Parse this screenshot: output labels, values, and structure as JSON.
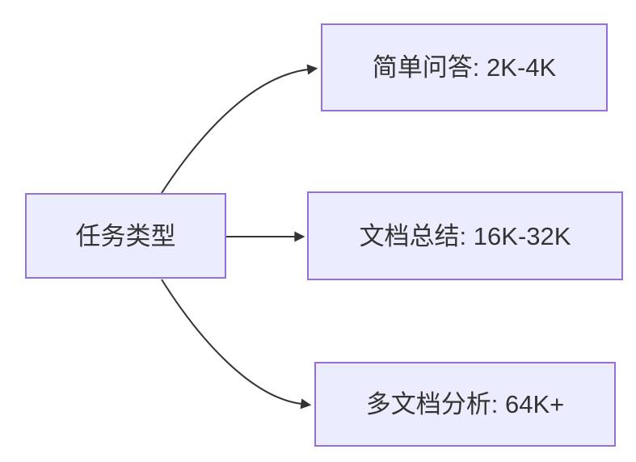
{
  "diagram": {
    "type": "flowchart",
    "direction": "left-to-right",
    "nodes": [
      {
        "id": "task-type",
        "label": "任务类型"
      },
      {
        "id": "simple-qa",
        "label": "简单问答: 2K-4K"
      },
      {
        "id": "doc-summary",
        "label": "文档总结: 16K-32K"
      },
      {
        "id": "multi-doc",
        "label": "多文档分析: 64K+"
      }
    ],
    "edges": [
      {
        "from": "task-type",
        "to": "simple-qa"
      },
      {
        "from": "task-type",
        "to": "doc-summary"
      },
      {
        "from": "task-type",
        "to": "multi-doc"
      }
    ],
    "colors": {
      "node_fill": "#ECECFF",
      "node_border": "#9370DB",
      "edge": "#333333",
      "text": "#333333",
      "background": "#FFFFFF"
    }
  }
}
